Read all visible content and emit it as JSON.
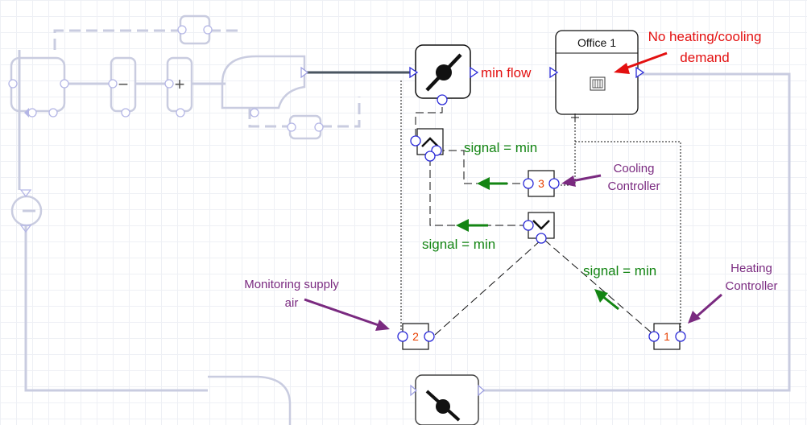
{
  "diagram": {
    "office_title": "Office 1",
    "min_flow": "min flow",
    "red_annotation_line1": "No heating/cooling",
    "red_annotation_line2": "demand",
    "signal_top": "signal = min",
    "signal_middle": "signal = min",
    "signal_right": "signal = min",
    "cooling_controller_line1": "Cooling",
    "cooling_controller_line2": "Controller",
    "heating_controller_line1": "Heating",
    "heating_controller_line2": "Controller",
    "monitoring_line1": "Monitoring supply",
    "monitoring_line2": "air",
    "cooling_controller_number": "3",
    "monitoring_controller_number": "2",
    "heating_controller_number": "1",
    "minus_sign": "−",
    "plus_sign": "+"
  },
  "colors": {
    "annotation_red": "#e31010",
    "signal_green": "#138513",
    "label_purple": "#7a2a80",
    "controller_number": "#e84000",
    "port_blue": "#2a2ad8",
    "faded_gray": "#c9cce0"
  },
  "icons": [
    "damper-icon",
    "radiator-icon",
    "max-selector-icon",
    "min-selector-icon",
    "fan-icon",
    "coil-minus-icon",
    "coil-plus-icon"
  ]
}
